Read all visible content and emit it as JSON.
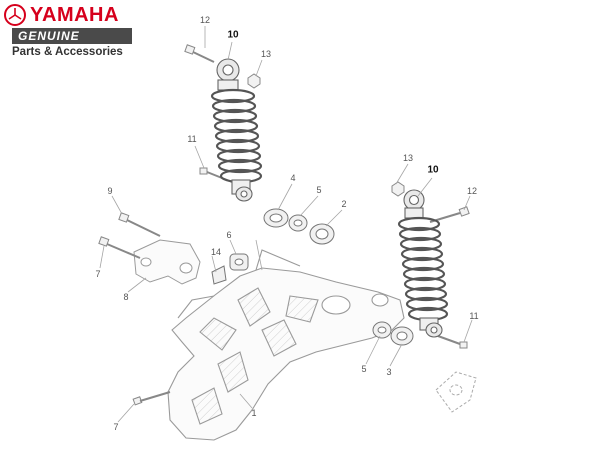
{
  "brand": {
    "name": "YAMAHA",
    "tagline": "GENUINE",
    "subline": "Parts & Accessories",
    "color": "#d6001c"
  },
  "callouts": [
    {
      "id": "c12a",
      "label": "12"
    },
    {
      "id": "c10a",
      "label": "10"
    },
    {
      "id": "c13a",
      "label": "13"
    },
    {
      "id": "c11a",
      "label": "11"
    },
    {
      "id": "c4",
      "label": "4"
    },
    {
      "id": "c5a",
      "label": "5"
    },
    {
      "id": "c2",
      "label": "2"
    },
    {
      "id": "c9",
      "label": "9"
    },
    {
      "id": "c6",
      "label": "6"
    },
    {
      "id": "c14",
      "label": "14"
    },
    {
      "id": "c7a",
      "label": "7"
    },
    {
      "id": "c8",
      "label": "8"
    },
    {
      "id": "c13b",
      "label": "13"
    },
    {
      "id": "c10b",
      "label": "10"
    },
    {
      "id": "c12b",
      "label": "12"
    },
    {
      "id": "c11b",
      "label": "11"
    },
    {
      "id": "c5b",
      "label": "5"
    },
    {
      "id": "c3",
      "label": "3"
    },
    {
      "id": "c1",
      "label": "1"
    },
    {
      "id": "c7b",
      "label": "7"
    }
  ]
}
